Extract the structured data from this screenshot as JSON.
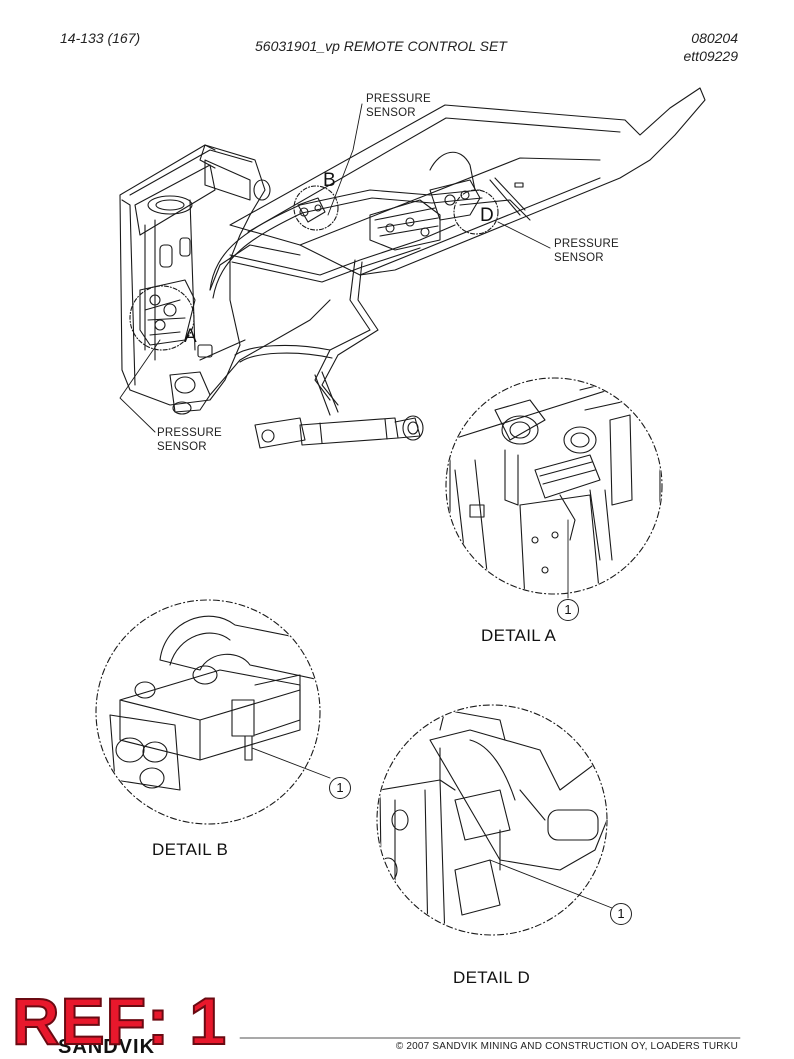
{
  "header": {
    "page_ref": "14-133 (167)",
    "title": "56031901_vp REMOTE CONTROL SET",
    "code_top": "080204",
    "code_bottom": "ett09229"
  },
  "callouts": {
    "pressure_sensor_b": "PRESSURE\nSENSOR",
    "pressure_sensor_d": "PRESSURE\nSENSOR",
    "pressure_sensor_a": "PRESSURE\nSENSOR",
    "letter_a": "A",
    "letter_b": "B",
    "letter_d": "D"
  },
  "details": {
    "a": {
      "label": "DETAIL A",
      "balloon": "1"
    },
    "b": {
      "label": "DETAIL B",
      "balloon": "1"
    },
    "d": {
      "label": "DETAIL D",
      "balloon": "1"
    }
  },
  "stamp": {
    "ref": "REF: 1",
    "brand": "SANDVIK"
  },
  "footer": {
    "copyright": "© 2007 SANDVIK MINING AND CONSTRUCTION OY, LOADERS TURKU"
  }
}
